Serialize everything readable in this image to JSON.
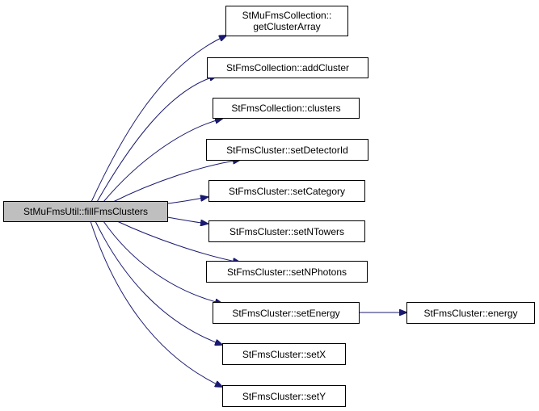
{
  "colors": {
    "edge": "#191970",
    "root_fill": "#bfbfbf",
    "node_fill": "#ffffff",
    "border": "#000000"
  },
  "root": {
    "label": "StMuFmsUtil::fillFmsClusters"
  },
  "nodes": [
    {
      "id": "getClusterArray",
      "line1": "StMuFmsCollection::",
      "line2": "getClusterArray"
    },
    {
      "id": "addCluster",
      "label": "StFmsCollection::addCluster"
    },
    {
      "id": "clusters",
      "label": "StFmsCollection::clusters"
    },
    {
      "id": "setDetectorId",
      "label": "StFmsCluster::setDetectorId"
    },
    {
      "id": "setCategory",
      "label": "StFmsCluster::setCategory"
    },
    {
      "id": "setNTowers",
      "label": "StFmsCluster::setNTowers"
    },
    {
      "id": "setNPhotons",
      "label": "StFmsCluster::setNPhotons"
    },
    {
      "id": "setEnergy",
      "label": "StFmsCluster::setEnergy"
    },
    {
      "id": "energy",
      "label": "StFmsCluster::energy"
    },
    {
      "id": "setX",
      "label": "StFmsCluster::setX"
    },
    {
      "id": "setY",
      "label": "StFmsCluster::setY"
    }
  ],
  "edges": [
    {
      "from": "root",
      "to": "getClusterArray"
    },
    {
      "from": "root",
      "to": "addCluster"
    },
    {
      "from": "root",
      "to": "clusters"
    },
    {
      "from": "root",
      "to": "setDetectorId"
    },
    {
      "from": "root",
      "to": "setCategory"
    },
    {
      "from": "root",
      "to": "setNTowers"
    },
    {
      "from": "root",
      "to": "setNPhotons"
    },
    {
      "from": "root",
      "to": "setEnergy"
    },
    {
      "from": "root",
      "to": "setX"
    },
    {
      "from": "root",
      "to": "setY"
    },
    {
      "from": "setEnergy",
      "to": "energy"
    }
  ]
}
